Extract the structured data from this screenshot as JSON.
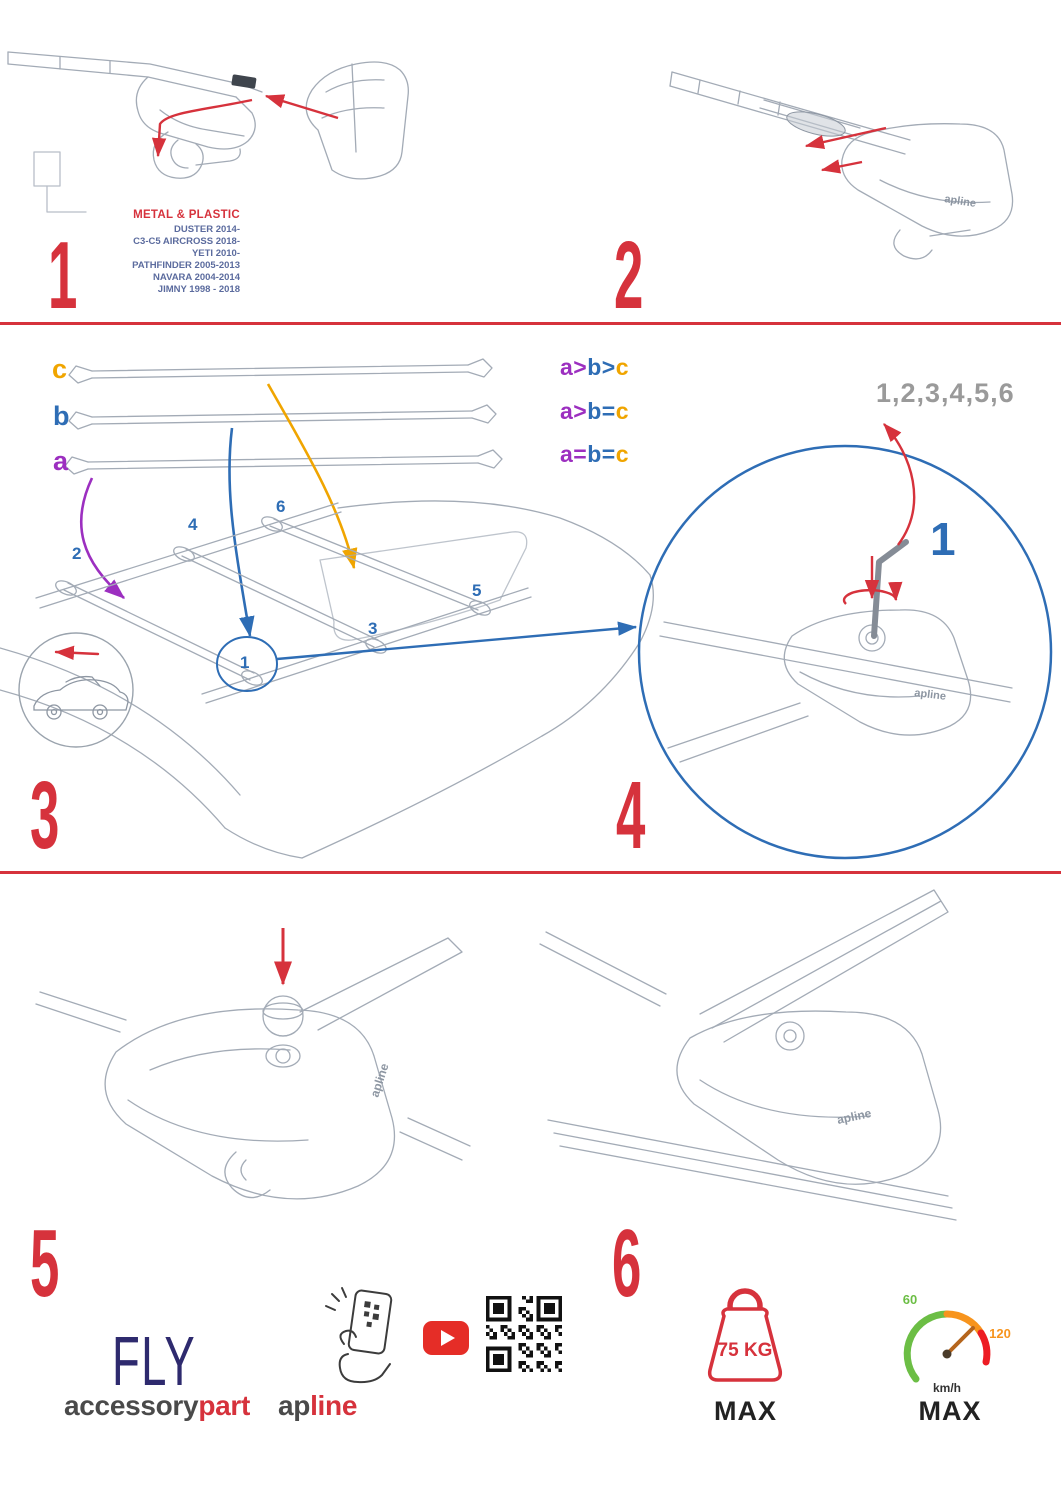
{
  "colors": {
    "accent_red": "#d6323c",
    "blue": "#2e6db5",
    "purple": "#9c2fc0",
    "orange": "#f0a500",
    "sequence_gray": "#9a9a9a",
    "navy": "#2e2a6e",
    "models_blue": "#5b6b9e",
    "youtube_red": "#e52d27",
    "speed_green": "#6cbe45",
    "speed_orange": "#f7941d",
    "speed_red": "#ed1c24"
  },
  "product_logo": "apline",
  "step1": {
    "number": "1",
    "material_label": "METAL & PLASTIC",
    "models": [
      "DUSTER 2014-",
      "C3-C5 AIRCROSS 2018-",
      "YETI 2010-",
      "PATHFINDER 2005-2013",
      "NAVARA 2004-2014",
      "JIMNY 1998 - 2018"
    ]
  },
  "step2": {
    "number": "2"
  },
  "step3": {
    "number": "3",
    "bar_labels": [
      {
        "label": "c",
        "color": "#f0a500"
      },
      {
        "label": "b",
        "color": "#2e6db5"
      },
      {
        "label": "a",
        "color": "#9c2fc0"
      }
    ],
    "legend1": [
      {
        "label": "a",
        "color": "#9c2fc0"
      },
      {
        "label": ">",
        "color": "#9c2fc0"
      },
      {
        "label": "b",
        "color": "#2e6db5"
      },
      {
        "label": ">",
        "color": "#2e6db5"
      },
      {
        "label": "c",
        "color": "#f0a500"
      }
    ],
    "legend2": [
      {
        "label": "a",
        "color": "#9c2fc0"
      },
      {
        "label": ">",
        "color": "#9c2fc0"
      },
      {
        "label": "b",
        "color": "#2e6db5"
      },
      {
        "label": "=",
        "color": "#2e6db5"
      },
      {
        "label": "c",
        "color": "#f0a500"
      }
    ],
    "legend3": [
      {
        "label": "a",
        "color": "#9c2fc0"
      },
      {
        "label": "=",
        "color": "#9c2fc0"
      },
      {
        "label": "b",
        "color": "#2e6db5"
      },
      {
        "label": "=",
        "color": "#2e6db5"
      },
      {
        "label": "c",
        "color": "#f0a500"
      }
    ],
    "positions": [
      "1",
      "2",
      "3",
      "4",
      "5",
      "6"
    ]
  },
  "step4": {
    "number": "4",
    "sequence": "1,2,3,4,5,6",
    "key_label": "1"
  },
  "step5": {
    "number": "5"
  },
  "step6": {
    "number": "6"
  },
  "footer": {
    "product_name": "FLY",
    "brand1": [
      {
        "label": "accessory",
        "color": "#4a4a4a"
      },
      {
        "label": "part",
        "color": "#d6323c"
      }
    ],
    "brand2": [
      {
        "label": "ap",
        "color": "#4a4a4a"
      },
      {
        "label": "line",
        "color": "#d6323c"
      }
    ],
    "weight_value": "75 KG",
    "weight_max": "MAX",
    "speed_min": "60",
    "speed_max": "120",
    "speed_unit": "km/h",
    "speed_max_label": "MAX"
  }
}
